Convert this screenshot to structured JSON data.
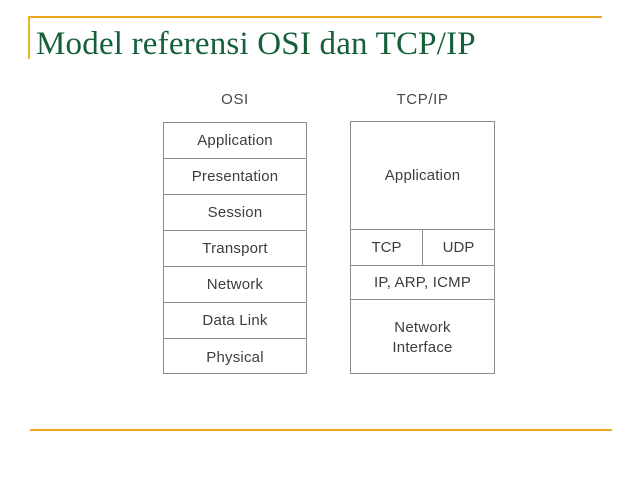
{
  "slide": {
    "title": "Model referensi OSI dan TCP/IP",
    "accent_color": "#e8a81c",
    "title_color": "#15603a",
    "background_color": "#ffffff"
  },
  "diagrams": {
    "osi": {
      "heading": "OSI",
      "layers": [
        "Application",
        "Presentation",
        "Session",
        "Transport",
        "Network",
        "Data Link",
        "Physical"
      ]
    },
    "tcpip": {
      "heading": "TCP/IP",
      "application": "Application",
      "transport_left": "TCP",
      "transport_right": "UDP",
      "internet": "IP, ARP, ICMP",
      "netif_line1": "Network",
      "netif_line2": "Interface"
    }
  }
}
